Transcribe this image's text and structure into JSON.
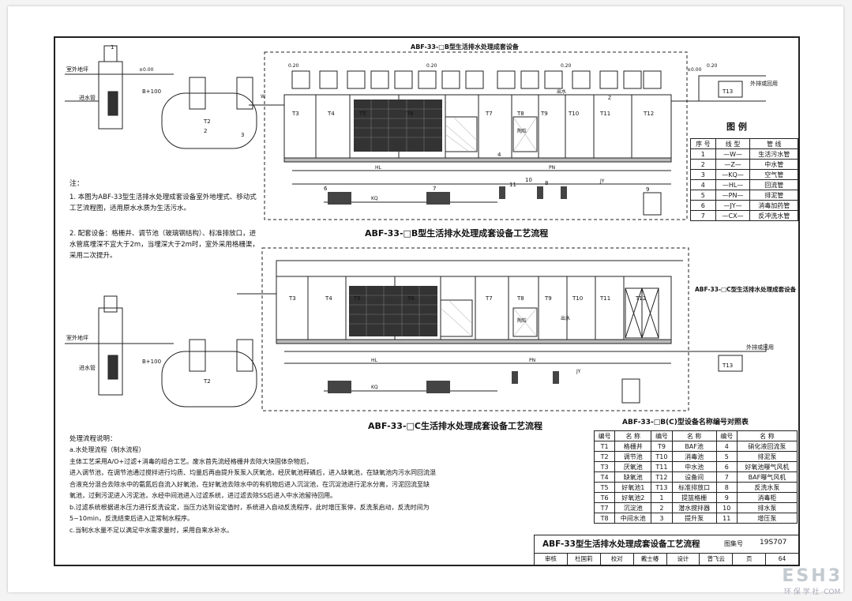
{
  "top": {
    "frame_title": "ABF-33-□B型生活排水处理成套设备",
    "caption": "ABF-33-□B型生活排水处理成套设备工艺流程",
    "tanks": [
      "T3",
      "T4",
      "T5",
      "T6",
      "T7",
      "T8",
      "T9",
      "T10",
      "T11",
      "T12"
    ],
    "elev_labels": [
      "0.20",
      "±0.00",
      "室外地坪",
      "进水管",
      "T2",
      "T13",
      "外排或回用",
      "出水",
      "陶粒"
    ],
    "pipe_labels": [
      "HL",
      "PN",
      "JY",
      "KQ",
      "W",
      "Z"
    ],
    "numbers": [
      "1",
      "2",
      "3",
      "4",
      "6",
      "7",
      "8",
      "9",
      "10",
      "11"
    ],
    "dim": "B+100"
  },
  "bottom": {
    "side_label": "ABF-33-□C型生活排水处理成套设备",
    "caption": "ABF-33-□C生活排水处理成套设备工艺流程",
    "tanks": [
      "T3",
      "T4",
      "T5",
      "T6",
      "T7",
      "T8",
      "T9",
      "T10",
      "T11",
      "T12"
    ],
    "dim": "B+100"
  },
  "notes": {
    "title": "注：",
    "items": [
      "1. 本图为ABF-33型生活排水处理成套设备室外地埋式、移动式工艺流程图，适用原水水质为生活污水。",
      "2. 配套设备：格栅井、调节池（玻璃钢结构）、标准排放口，进水管底埋深不宜大于2m，当埋深大于2m时，室外采用格栅渠，采用二次提升。"
    ]
  },
  "legend": {
    "title": "图 例",
    "headers": [
      "序 号",
      "线 型",
      "管 线"
    ],
    "rows": [
      [
        "1",
        "—W—",
        "生活污水管"
      ],
      [
        "2",
        "—Z—",
        "中水管"
      ],
      [
        "3",
        "—KQ—",
        "空气管"
      ],
      [
        "4",
        "—HL—",
        "回流管"
      ],
      [
        "5",
        "—PN—",
        "排泥管"
      ],
      [
        "6",
        "—JY—",
        "消毒加药管"
      ],
      [
        "7",
        "—CX—",
        "反冲洗水管"
      ]
    ]
  },
  "name_table": {
    "title": "ABF-33-□B(C)型设备名称编号对照表",
    "headers": [
      "编号",
      "名 称",
      "编号",
      "名 称",
      "编号",
      "名 称"
    ],
    "rows": [
      [
        "T1",
        "格栅井",
        "T9",
        "BAF池",
        "4",
        "硝化液回流泵"
      ],
      [
        "T2",
        "调节池",
        "T10",
        "消毒池",
        "5",
        "排泥泵"
      ],
      [
        "T3",
        "厌氧池",
        "T11",
        "中水池",
        "6",
        "好氧池曝气风机"
      ],
      [
        "T4",
        "缺氧池",
        "T12",
        "设备间",
        "7",
        "BAF曝气风机"
      ],
      [
        "T5",
        "好氧池1",
        "T13",
        "标准排放口",
        "8",
        "反洗水泵"
      ],
      [
        "T6",
        "好氧池2",
        "1",
        "提篮格栅",
        "9",
        "消毒柜"
      ],
      [
        "T7",
        "沉淀池",
        "2",
        "潜水搅拌器",
        "10",
        "排水泵"
      ],
      [
        "T8",
        "中间水池",
        "3",
        "提升泵",
        "11",
        "增压泵"
      ]
    ]
  },
  "process": {
    "title": "处理流程说明：",
    "lines": [
      "a.水处理流程（制水流程）",
      "主体工艺采用A/O+过滤+消毒的组合工艺。废水首先流经格栅井去除大块固体杂物后，",
      "进入调节池，在调节池通过搅拌进行均质、均量后再由提升泵泵入厌氧池，经厌氧池释磷后，进入缺氧池，在缺氧池内污水同回流混",
      "合液充分混合去除水中的氨氮后自流入好氧池，在好氧池去除水中的有机物后进入沉淀池，在沉淀池进行泥水分离，污泥回流至缺",
      "氧池，过剩污泥进入污泥池，水经中间池进入过滤系统，进过滤去除SS后进入中水池留待回用。",
      "b.过滤系统根据进水压力进行反洗设定，当压力达到设定值时，系统进入自动反洗程序，此时增压泵停，反洗泵启动，反洗时间为",
      "5~10min，反洗结束后进入正常制水程序。",
      "c.当制水水量不足以满足中水需求量时，采用自来水补水。"
    ]
  },
  "title_block": {
    "main": "ABF-33型生活排水处理成套设备工艺流程",
    "atlas_label": "图集号",
    "atlas_no": "19S707",
    "row2": [
      "审核",
      "杜国莉",
      "校对",
      "戴士椿",
      "设计",
      "曾飞云",
      "页",
      "64"
    ]
  },
  "watermark": {
    "line1": "ESH3",
    "line2": "环 保 学 社 ·COM"
  }
}
